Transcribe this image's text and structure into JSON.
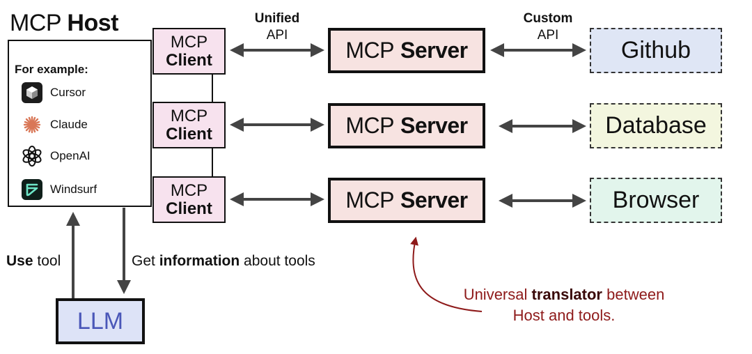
{
  "host": {
    "title_light": "MCP",
    "title_bold": "Host",
    "examples_label": "For example:",
    "apps": [
      {
        "name": "Cursor",
        "icon": "cursor-icon"
      },
      {
        "name": "Claude",
        "icon": "claude-icon"
      },
      {
        "name": "OpenAI",
        "icon": "openai-icon"
      },
      {
        "name": "Windsurf",
        "icon": "windsurf-icon"
      }
    ]
  },
  "clients": [
    {
      "line1": "MCP",
      "line2": "Client"
    },
    {
      "line1": "MCP",
      "line2": "Client"
    },
    {
      "line1": "MCP",
      "line2": "Client"
    }
  ],
  "servers": [
    {
      "light": "MCP",
      "bold": "Server"
    },
    {
      "light": "MCP",
      "bold": "Server"
    },
    {
      "light": "MCP",
      "bold": "Server"
    }
  ],
  "tools": [
    {
      "label": "Github",
      "color": "#dfe6f5"
    },
    {
      "label": "Database",
      "color": "#f3f6df"
    },
    {
      "label": "Browser",
      "color": "#e2f5ec"
    }
  ],
  "api_labels": {
    "unified": {
      "top": "Unified",
      "bottom": "API"
    },
    "custom": {
      "top": "Custom",
      "bottom": "API"
    }
  },
  "llm": {
    "label": "LLM",
    "color": "#4a57b8"
  },
  "use_tool": {
    "bold": "Use",
    "rest": "tool"
  },
  "get_info": {
    "pre": "Get",
    "bold": "information",
    "post": "about tools"
  },
  "translator_note": {
    "pre": "Universal",
    "bold": "translator",
    "post": "between",
    "line2": "Host and tools."
  },
  "colors": {
    "client_fill": "#f7e2ee",
    "server_fill": "#f7e3e1",
    "note_red": "#8e1a1a"
  }
}
